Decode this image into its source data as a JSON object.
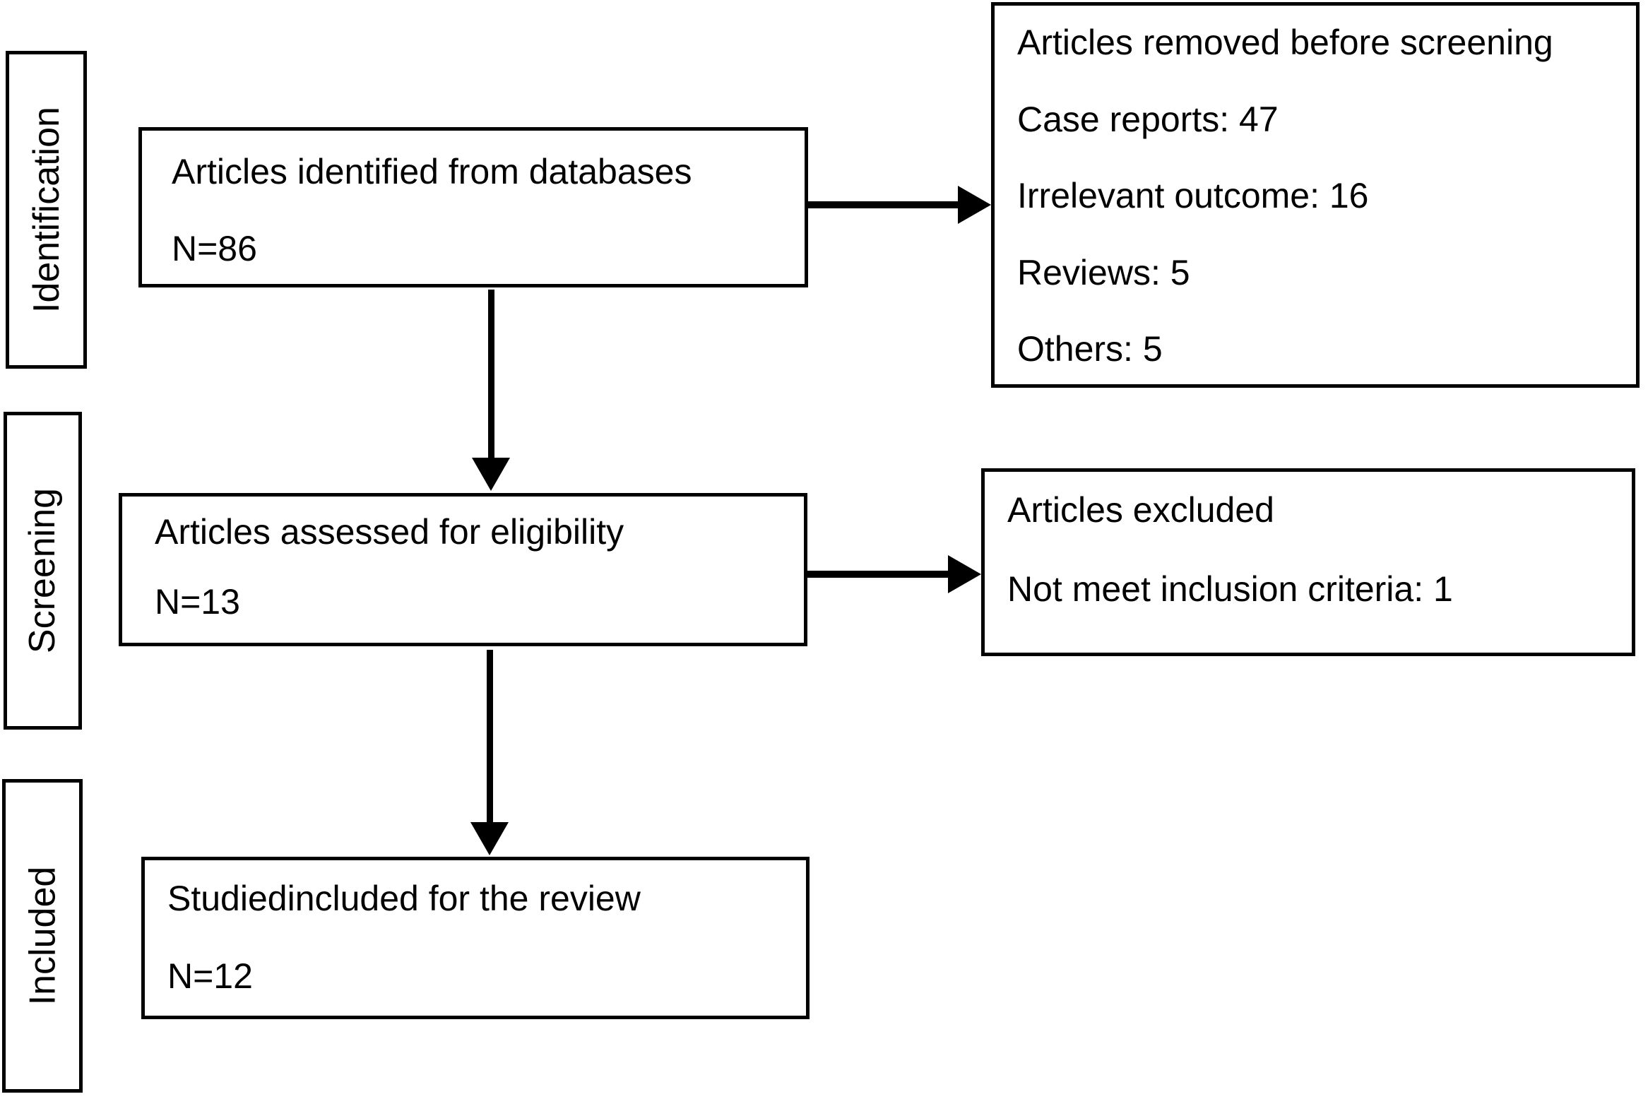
{
  "stages": [
    {
      "label": "Identification"
    },
    {
      "label": "Screening"
    },
    {
      "label": "Included"
    }
  ],
  "flow": [
    {
      "title": "Articles identified from databases",
      "count": "N=86"
    },
    {
      "title": "Articles assessed for eligibility",
      "count": "N=13"
    },
    {
      "title": "Studiedincluded for the review",
      "count": "N=12"
    }
  ],
  "exclusions": [
    {
      "lines": [
        "Articles removed before screening",
        "Case reports: 47",
        "Irrelevant outcome: 16",
        "Reviews: 5",
        "Others: 5"
      ]
    },
    {
      "lines": [
        "Articles excluded",
        "Not meet inclusion criteria: 1"
      ]
    }
  ],
  "colors": {
    "border": "#000000",
    "text": "#000000",
    "background": "#ffffff"
  }
}
